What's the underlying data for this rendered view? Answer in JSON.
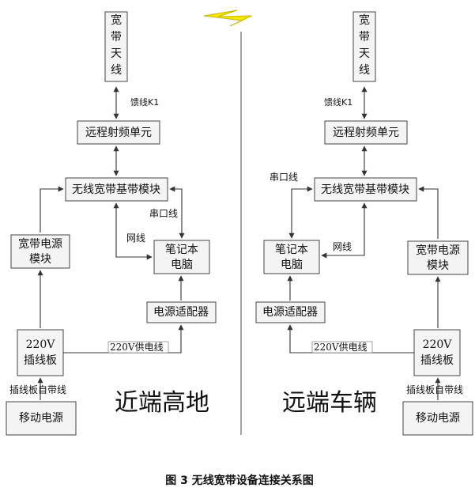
{
  "left": {
    "antenna": [
      "宽",
      "带",
      "天",
      "线"
    ],
    "feeder_label": "馈线K1",
    "rru": "远程射频单元",
    "baseband": "无线宽带基带模块",
    "power_module": [
      "宽带电源",
      "模块"
    ],
    "laptop": [
      "笔记本",
      "电脑"
    ],
    "adapter": "电源适配器",
    "strip": [
      "220V",
      "插线板"
    ],
    "mobile_power": "移动电源",
    "serial_label": "串口线",
    "net_label": "网线",
    "supply_label": "220V供电线",
    "strip_cord_label": "插线板自带线",
    "site_title": "近端高地"
  },
  "right": {
    "antenna": [
      "宽",
      "带",
      "天",
      "线"
    ],
    "feeder_label": "馈线K1",
    "rru": "远程射频单元",
    "baseband": "无线宽带基带模块",
    "power_module": [
      "宽带电源",
      "模块"
    ],
    "laptop": [
      "笔记本",
      "电脑"
    ],
    "adapter": "电源适配器",
    "strip": [
      "220V",
      "插线板"
    ],
    "mobile_power": "移动电源",
    "serial_label": "串口线",
    "net_label": "网线",
    "supply_label": "220V供电线",
    "strip_cord_label": "插线板自带线",
    "site_title": "远端车辆"
  },
  "wireless_link_icon": "lightning-bolt-icon",
  "caption": "图 3   无线宽带设备连接关系图"
}
